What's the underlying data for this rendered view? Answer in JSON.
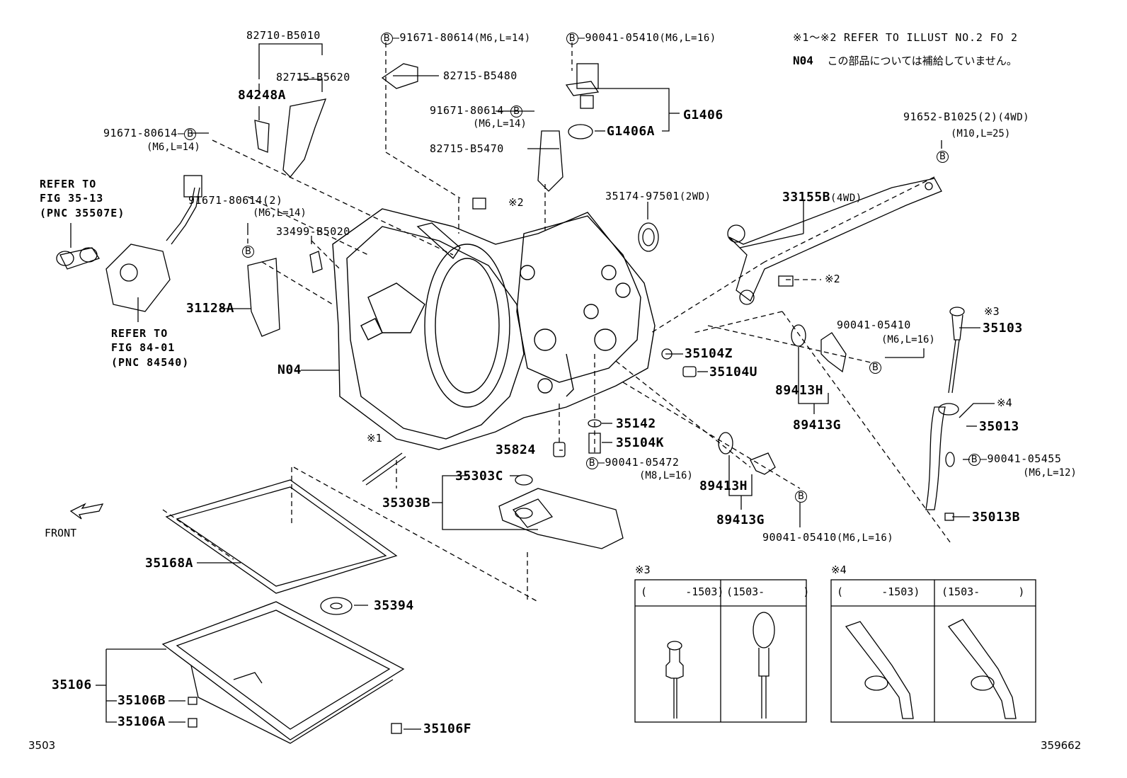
{
  "notes": {
    "refer_note": "※1～※2 REFER TO ILLUST NO.2 FO 2",
    "n04_code": "N04",
    "n04_text": "この部品については補給していません。"
  },
  "callouts": {
    "p82710_B5010": "82710-B5010",
    "p82715_B5620": "82715-B5620",
    "p84248A": "84248A",
    "p91671_top": "91671-80614",
    "p91671_top_spec": "(M6,L=14)",
    "p82715_B5480": "82715-B5480",
    "p90041_top": "90041-05410",
    "p90041_top_spec": "(M6,L=16)",
    "pG1406": "G1406",
    "pG1406A": "G1406A",
    "p91671_mid": "91671-80614",
    "p91671_mid_spec": "(M6,L=14)",
    "p82715_B5470": "82715-B5470",
    "p91671_left": "91671-80614",
    "p91671_left_spec": "(M6,L=14)",
    "p91652": "91652-B1025(2)",
    "p91652_suffix": "(4WD)",
    "p91652_spec": "(M10,L=25)",
    "p91671_2": "91671-80614(2)",
    "p91671_2_spec": "(M6,L=14)",
    "p35174": "35174-97501",
    "p35174_suffix": "(2WD)",
    "p33155B": "33155B",
    "p33155B_suffix": "(4WD)",
    "p33499": "33499-B5020",
    "p31128A": "31128A",
    "pN04": "N04",
    "p35104Z": "35104Z",
    "p35104U": "35104U",
    "p90041_right": "90041-05410",
    "p90041_right_spec": "(M6,L=16)",
    "p89413H_top": "89413H",
    "p89413G_top": "89413G",
    "p35103": "35103",
    "p35013": "35013",
    "p90041_05455": "90041-05455",
    "p90041_05455_spec": "(M6,L=12)",
    "p35013B": "35013B",
    "p35142": "35142",
    "p35104K": "35104K",
    "p90041_05472": "90041-05472",
    "p90041_05472_spec": "(M8,L=16)",
    "p35824": "35824",
    "p89413H_bot": "89413H",
    "p89413G_bot": "89413G",
    "p90041_bot": "90041-05410",
    "p90041_bot_spec": "(M6,L=16)",
    "p35303C": "35303C",
    "p35303B": "35303B",
    "p35168A": "35168A",
    "p35394": "35394",
    "p35106": "35106",
    "p35106B": "35106B",
    "p35106A": "35106A",
    "p35106F": "35106F"
  },
  "marks": {
    "b": "B",
    "ref1": "※1",
    "ref2": "※2",
    "ref3": "※3",
    "ref4": "※4"
  },
  "refer_blocks": {
    "fig35": "REFER TO\nFIG 35-13\n(PNC 35507E)",
    "fig84": "REFER TO\nFIG 84-01\n(PNC 84540)"
  },
  "front_label": "FRONT",
  "inset3": {
    "mark": "※3",
    "col1": "(      -1503)",
    "col2": "(1503-      )"
  },
  "inset4": {
    "mark": "※4",
    "col1": "(      -1503)",
    "col2": "(1503-      )"
  },
  "footer": {
    "left": "3503",
    "right": "359662"
  }
}
